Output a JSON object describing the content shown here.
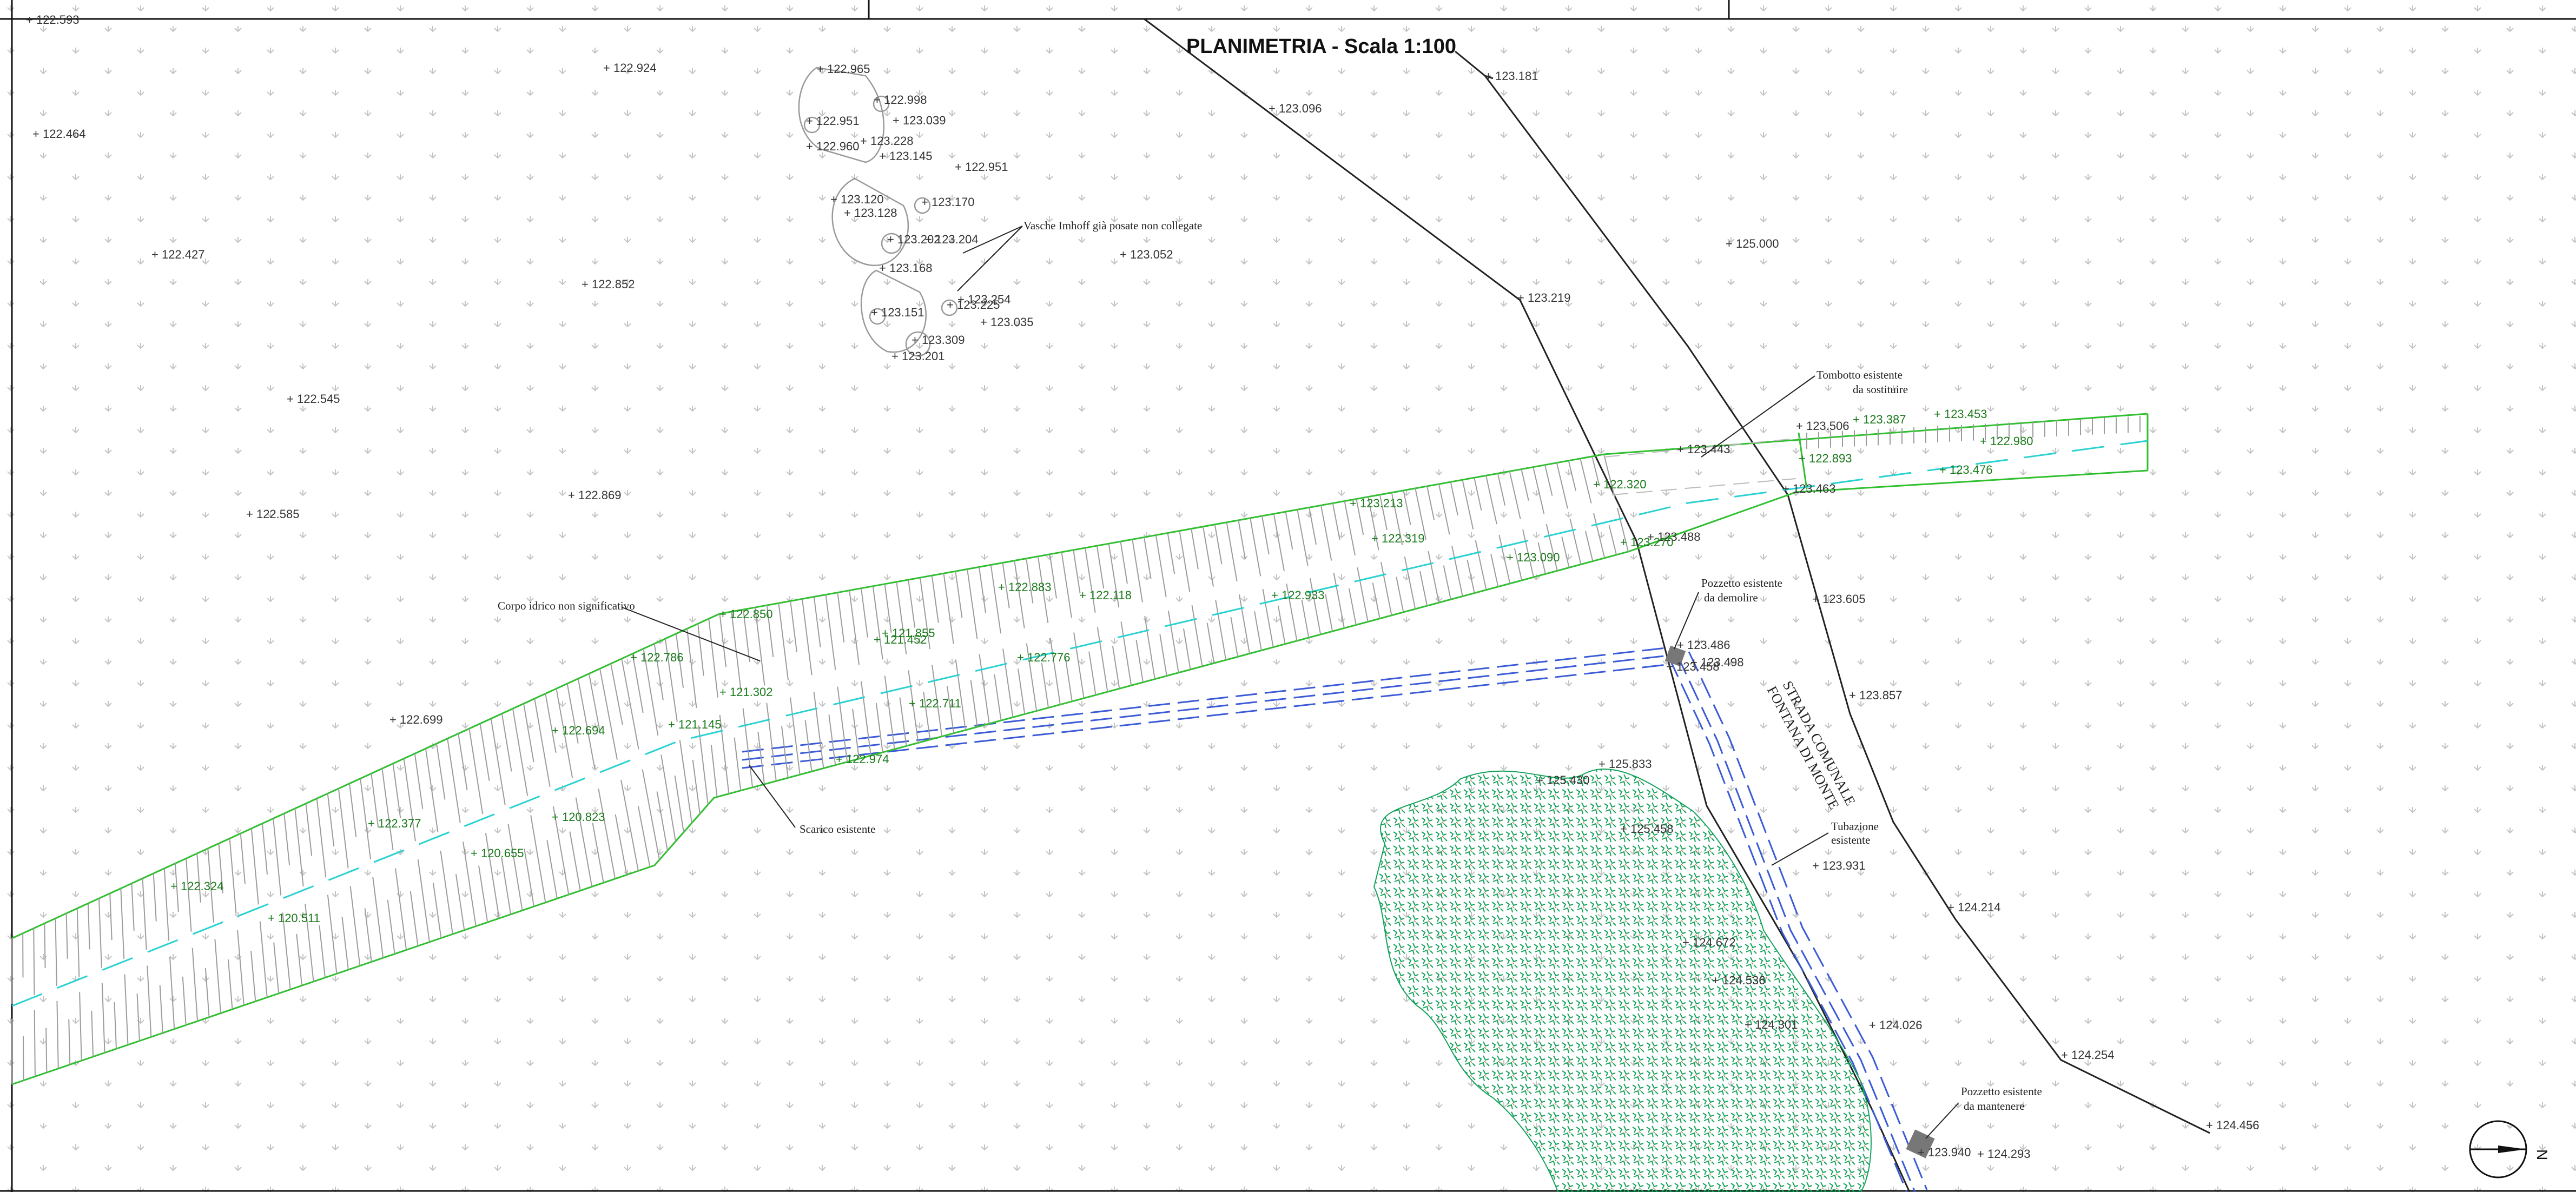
{
  "title": "PLANIMETRIA - Scala 1:100",
  "road_label": [
    "STRADA COMUNALE",
    "FONTANA DI MONTE"
  ],
  "north_symbol": "N",
  "notes": [
    {
      "id": "vasche",
      "text": "Vasche Imhoff già posate non collegate"
    },
    {
      "id": "tombotto1",
      "text": "Tombotto esistente"
    },
    {
      "id": "tombotto2",
      "text": "da sostituire"
    },
    {
      "id": "pozzetto_dem1",
      "text": "Pozzetto esistente"
    },
    {
      "id": "pozzetto_dem2",
      "text": "da demolire"
    },
    {
      "id": "corpo",
      "text": "Corpo idrico non significativo"
    },
    {
      "id": "scarico",
      "text": "Scarico esistente"
    },
    {
      "id": "tubazione1",
      "text": "Tubazione"
    },
    {
      "id": "tubazione2",
      "text": "esistente"
    },
    {
      "id": "pozzetto_man1",
      "text": "Pozzetto esistente"
    },
    {
      "id": "pozzetto_man2",
      "text": "da mantenere"
    }
  ],
  "spot_heights": [
    {
      "v": "122.593",
      "c": "gray"
    },
    {
      "v": "122.924",
      "c": "gray"
    },
    {
      "v": "122.965",
      "c": "gray"
    },
    {
      "v": "122.998",
      "c": "gray"
    },
    {
      "v": "122.951",
      "c": "gray"
    },
    {
      "v": "123.039",
      "c": "gray"
    },
    {
      "v": "122.960",
      "c": "gray"
    },
    {
      "v": "123.228",
      "c": "gray"
    },
    {
      "v": "123.145",
      "c": "gray"
    },
    {
      "v": "122.951",
      "c": "gray"
    },
    {
      "v": "123.096",
      "c": "gray"
    },
    {
      "v": "123.181",
      "c": "gray"
    },
    {
      "v": "122.464",
      "c": "gray"
    },
    {
      "v": "123.120",
      "c": "gray"
    },
    {
      "v": "123.128",
      "c": "gray"
    },
    {
      "v": "123.170",
      "c": "gray"
    },
    {
      "v": "123.202",
      "c": "gray"
    },
    {
      "v": "123.204",
      "c": "gray"
    },
    {
      "v": "123.052",
      "c": "gray"
    },
    {
      "v": "125.000",
      "c": "gray"
    },
    {
      "v": "122.427",
      "c": "gray"
    },
    {
      "v": "123.168",
      "c": "gray"
    },
    {
      "v": "122.852",
      "c": "gray"
    },
    {
      "v": "123.254",
      "c": "gray"
    },
    {
      "v": "123.225",
      "c": "gray"
    },
    {
      "v": "123.151",
      "c": "gray"
    },
    {
      "v": "123.035",
      "c": "gray"
    },
    {
      "v": "123.219",
      "c": "gray"
    },
    {
      "v": "123.309",
      "c": "gray"
    },
    {
      "v": "123.201",
      "c": "gray"
    },
    {
      "v": "122.545",
      "c": "gray"
    },
    {
      "v": "123.506",
      "c": "gray"
    },
    {
      "v": "123.387",
      "c": "green"
    },
    {
      "v": "123.453",
      "c": "green"
    },
    {
      "v": "122.980",
      "c": "green"
    },
    {
      "v": "122.893",
      "c": "green"
    },
    {
      "v": "123.476",
      "c": "green"
    },
    {
      "v": "123.463",
      "c": "gray"
    },
    {
      "v": "122.869",
      "c": "gray"
    },
    {
      "v": "122.585",
      "c": "gray"
    },
    {
      "v": "123.213",
      "c": "green"
    },
    {
      "v": "122.320",
      "c": "green"
    },
    {
      "v": "122.319",
      "c": "green"
    },
    {
      "v": "123.488",
      "c": "gray"
    },
    {
      "v": "123.090",
      "c": "green"
    },
    {
      "v": "123.270",
      "c": "green"
    },
    {
      "v": "122.883",
      "c": "green"
    },
    {
      "v": "122.118",
      "c": "green"
    },
    {
      "v": "122.933",
      "c": "green"
    },
    {
      "v": "123.605",
      "c": "gray"
    },
    {
      "v": "122.850",
      "c": "green"
    },
    {
      "v": "121.855",
      "c": "green"
    },
    {
      "v": "121.452",
      "c": "green"
    },
    {
      "v": "122.786",
      "c": "green"
    },
    {
      "v": "122.776",
      "c": "green"
    },
    {
      "v": "123.458",
      "c": "gray"
    },
    {
      "v": "123.857",
      "c": "gray"
    },
    {
      "v": "121.302",
      "c": "green"
    },
    {
      "v": "122.711",
      "c": "green"
    },
    {
      "v": "122.699",
      "c": "gray"
    },
    {
      "v": "121.145",
      "c": "green"
    },
    {
      "v": "122.694",
      "c": "green"
    },
    {
      "v": "122.974",
      "c": "green"
    },
    {
      "v": "125.833",
      "c": "gray"
    },
    {
      "v": "125.430",
      "c": "gray"
    },
    {
      "v": "120.823",
      "c": "green"
    },
    {
      "v": "122.377",
      "c": "green"
    },
    {
      "v": "120.655",
      "c": "green"
    },
    {
      "v": "123.931",
      "c": "gray"
    },
    {
      "v": "122.324",
      "c": "green"
    },
    {
      "v": "120.511",
      "c": "green"
    },
    {
      "v": "124.214",
      "c": "gray"
    },
    {
      "v": "124.026",
      "c": "gray"
    },
    {
      "v": "124.254",
      "c": "gray"
    },
    {
      "v": "124.456",
      "c": "gray"
    },
    {
      "v": "124.293",
      "c": "gray"
    },
    {
      "v": "123.940",
      "c": "gray"
    },
    {
      "v": "123.443",
      "c": "gray"
    },
    {
      "v": "123.486",
      "c": "gray"
    },
    {
      "v": "123.498",
      "c": "gray"
    },
    {
      "v": "125.458",
      "c": "gray"
    },
    {
      "v": "124.672",
      "c": "gray"
    },
    {
      "v": "124.536",
      "c": "gray"
    },
    {
      "v": "124.301",
      "c": "gray"
    }
  ],
  "colors": {
    "channel": "#2fbf2f",
    "pipe": "#3b5bd6",
    "water": "#29d1d1",
    "tree": "#12a05a",
    "line": "#222222",
    "hatch": "#a8a8a8",
    "grass": "#c8c8c8"
  }
}
